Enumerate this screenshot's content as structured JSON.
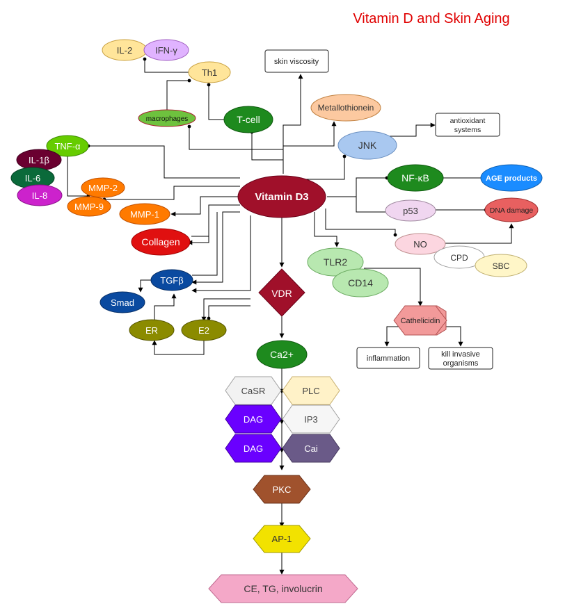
{
  "title": "Vitamin D and Skin Aging",
  "nodes": {
    "vitd3": "Vitamin D3",
    "il2": "IL-2",
    "ifng": "IFN-γ",
    "th1": "Th1",
    "skinvisc": "skin viscosity",
    "macro": "macrophages",
    "tcell": "T-cell",
    "metallo": "Metallothionein",
    "antiox1": "antioxidant",
    "antiox2": "systems",
    "jnk": "JNK",
    "tnfa": "TNF-α",
    "il1b": "IL-1β",
    "il6": "IL-6",
    "il8": "IL-8",
    "mmp2": "MMP-2",
    "mmp9": "MMP-9",
    "mmp1": "MMP-1",
    "collagen": "Collagen",
    "nfkb": "NF-κB",
    "age": "AGE products",
    "p53": "p53",
    "dna": "DNA damage",
    "no": "NO",
    "cpd": "CPD",
    "sbc": "SBC",
    "tlr2": "TLR2",
    "cd14": "CD14",
    "cathel": "Cathelicidin",
    "inflam": "inflammation",
    "kill1": "kill invasive",
    "kill2": "organisms",
    "tgfb": "TGFβ",
    "smad": "Smad",
    "vdr": "VDR",
    "er": "ER",
    "e2": "E2",
    "ca2": "Ca2+",
    "casr": "CaSR",
    "plc": "PLC",
    "dag1": "DAG",
    "ip3": "IP3",
    "dag2": "DAG",
    "cai": "Cai",
    "pkc": "PKC",
    "ap1": "AP-1",
    "ce": "CE, TG, involucrin"
  },
  "colors": {
    "title": "#e00000",
    "vitd3": "#a0102a",
    "green": "#1e8a1e",
    "limegreen": "#66cc00",
    "orange": "#ff7a00",
    "red": "#e01010",
    "blue": "#1a5aa8",
    "purple": "#6a00ff",
    "olive": "#8b8b00",
    "pink": "#f4a8c8"
  }
}
